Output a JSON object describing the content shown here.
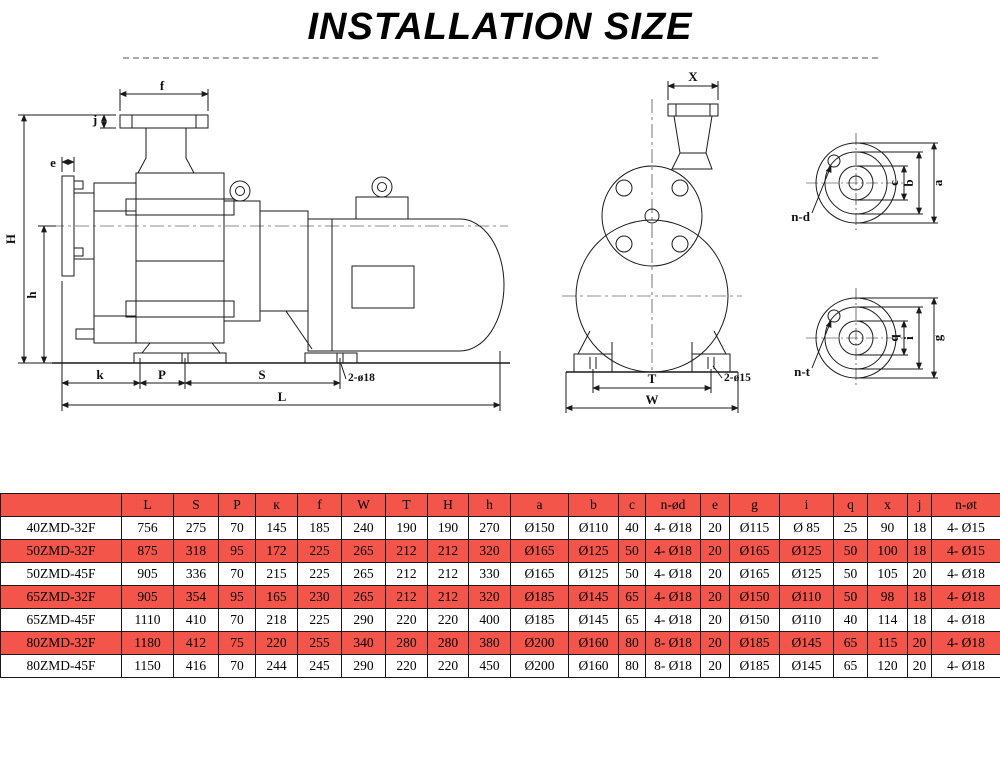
{
  "page": {
    "title": "INSTALLATION SIZE"
  },
  "colors": {
    "table_red": "#f3554a",
    "line": "#1a1a1a"
  },
  "drawing": {
    "side_view": {
      "f": "f",
      "j": "j",
      "e": "e",
      "H": "H",
      "h": "h",
      "k": "k",
      "P": "P",
      "S": "S",
      "L": "L",
      "foot_holes": "2-ø18"
    },
    "front_view": {
      "X": "X",
      "T": "T",
      "W": "W",
      "foot_holes": "2-ø15"
    },
    "flange_top": {
      "bolt_label": "n-d",
      "c": "c",
      "b": "b",
      "a": "a"
    },
    "flange_bottom": {
      "bolt_label": "n-t",
      "q": "q",
      "i": "i",
      "g": "g"
    }
  },
  "table": {
    "headers": [
      "",
      "L",
      "S",
      "P",
      "к",
      "f",
      "W",
      "T",
      "H",
      "h",
      "a",
      "b",
      "c",
      "n-ød",
      "e",
      "g",
      "i",
      "q",
      "x",
      "j",
      "n-øt"
    ],
    "rows": [
      {
        "model": "40ZMD-32F",
        "values": [
          "756",
          "275",
          "70",
          "145",
          "185",
          "240",
          "190",
          "190",
          "270",
          "Ø150",
          "Ø110",
          "40",
          "4- Ø18",
          "20",
          "Ø115",
          "Ø 85",
          "25",
          "90",
          "18",
          "4- Ø15"
        ]
      },
      {
        "model": "50ZMD-32F",
        "values": [
          "875",
          "318",
          "95",
          "172",
          "225",
          "265",
          "212",
          "212",
          "320",
          "Ø165",
          "Ø125",
          "50",
          "4- Ø18",
          "20",
          "Ø165",
          "Ø125",
          "50",
          "100",
          "18",
          "4- Ø15"
        ]
      },
      {
        "model": "50ZMD-45F",
        "values": [
          "905",
          "336",
          "70",
          "215",
          "225",
          "265",
          "212",
          "212",
          "330",
          "Ø165",
          "Ø125",
          "50",
          "4- Ø18",
          "20",
          "Ø165",
          "Ø125",
          "50",
          "105",
          "20",
          "4- Ø18"
        ]
      },
      {
        "model": "65ZMD-32F",
        "values": [
          "905",
          "354",
          "95",
          "165",
          "230",
          "265",
          "212",
          "212",
          "320",
          "Ø185",
          "Ø145",
          "65",
          "4- Ø18",
          "20",
          "Ø150",
          "Ø110",
          "50",
          "98",
          "18",
          "4- Ø18"
        ]
      },
      {
        "model": "65ZMD-45F",
        "values": [
          "1110",
          "410",
          "70",
          "218",
          "225",
          "290",
          "220",
          "220",
          "400",
          "Ø185",
          "Ø145",
          "65",
          "4- Ø18",
          "20",
          "Ø150",
          "Ø110",
          "40",
          "114",
          "18",
          "4- Ø18"
        ]
      },
      {
        "model": "80ZMD-32F",
        "values": [
          "1180",
          "412",
          "75",
          "220",
          "255",
          "340",
          "280",
          "280",
          "380",
          "Ø200",
          "Ø160",
          "80",
          "8- Ø18",
          "20",
          "Ø185",
          "Ø145",
          "65",
          "115",
          "20",
          "4- Ø18"
        ]
      },
      {
        "model": "80ZMD-45F",
        "values": [
          "1150",
          "416",
          "70",
          "244",
          "245",
          "290",
          "220",
          "220",
          "450",
          "Ø200",
          "Ø160",
          "80",
          "8- Ø18",
          "20",
          "Ø185",
          "Ø145",
          "65",
          "120",
          "20",
          "4- Ø18"
        ]
      }
    ]
  }
}
